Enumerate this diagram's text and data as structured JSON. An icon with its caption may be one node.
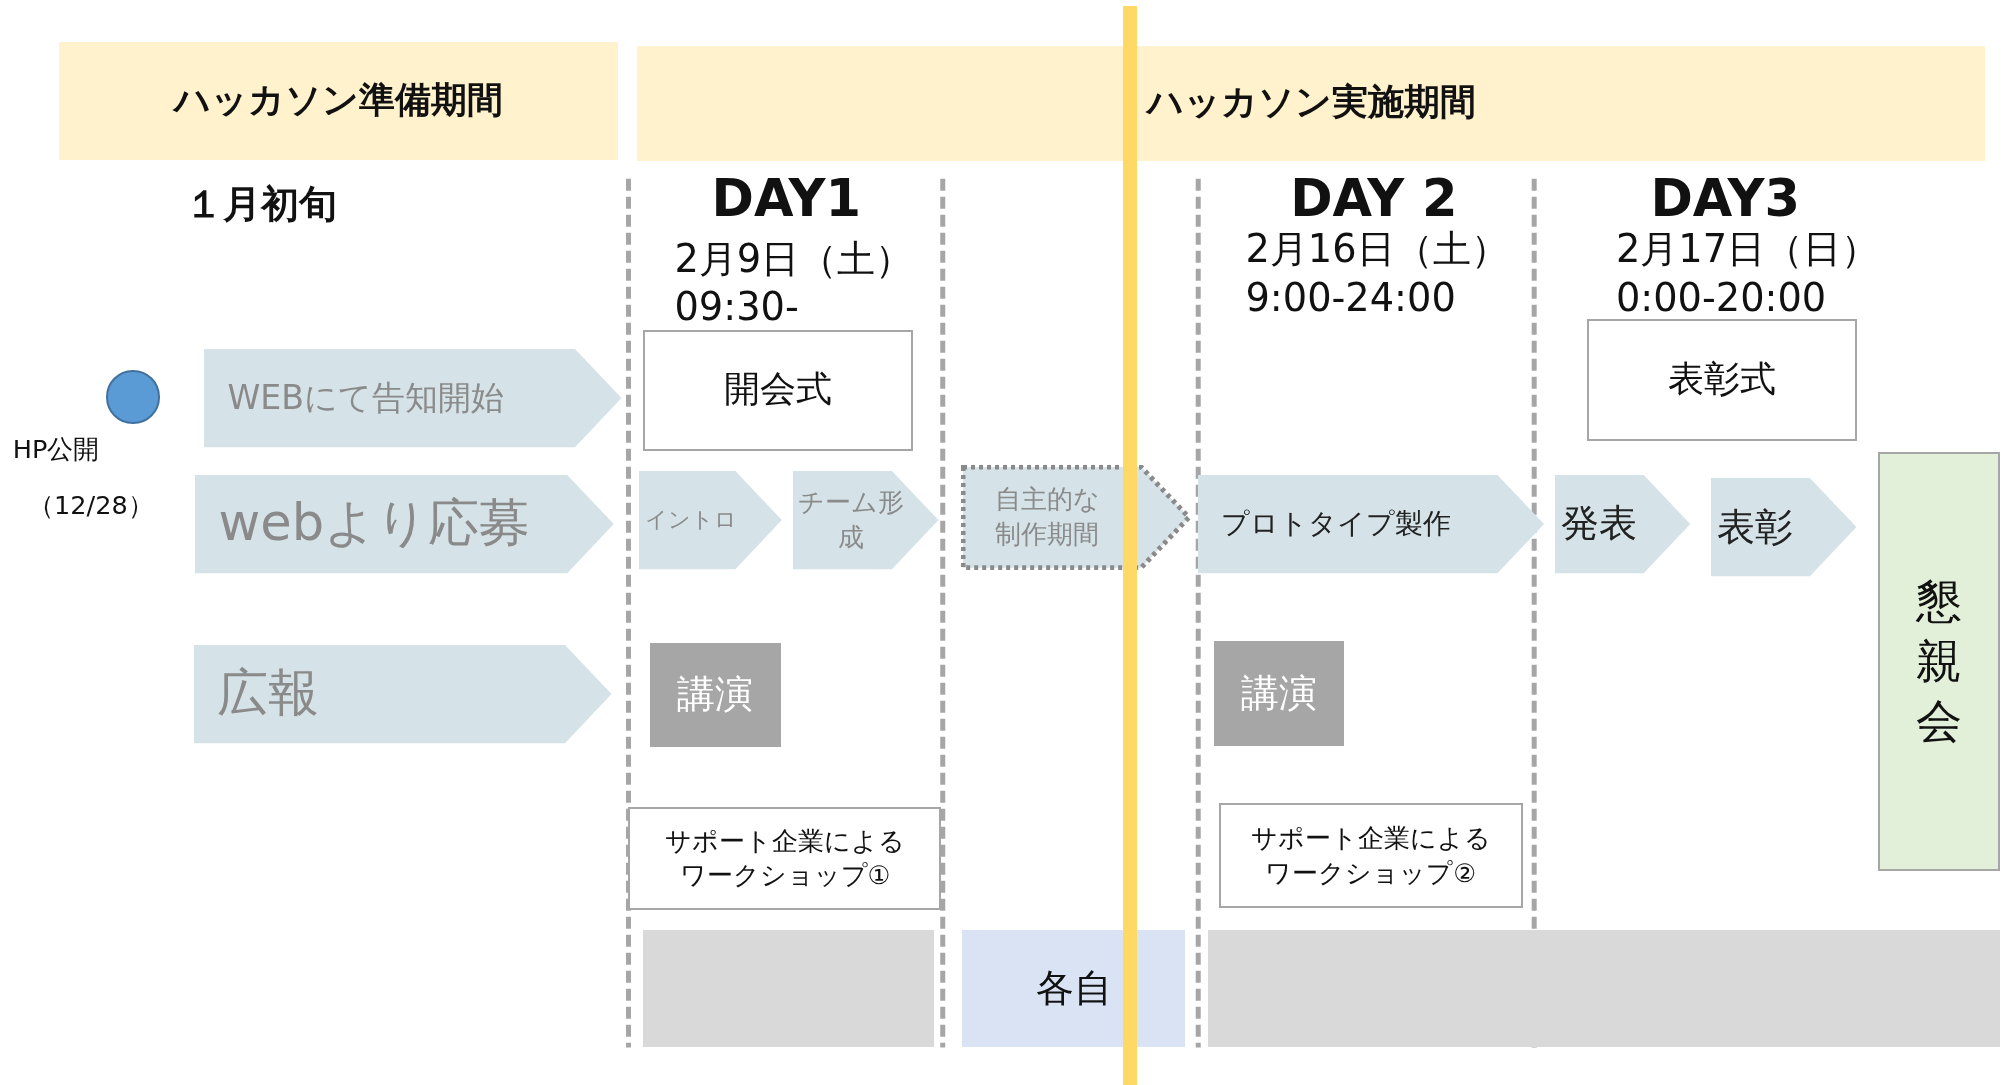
{
  "diagram": {
    "nodes": [
      {
        "text": [
          "ハッカソン準備期間"
        ]
      },
      {
        "text": [
          "ハッカソン実施期間"
        ]
      },
      {
        "text": [],
        "shape": "circle",
        "beside": [
          "HP公開",
          "（12/28）"
        ]
      },
      {
        "text": [
          "WEBにて告知開始"
        ]
      },
      {
        "text": [
          "webより応募"
        ]
      },
      {
        "text": [
          "広報"
        ]
      },
      {
        "text": [
          "開会式"
        ]
      },
      {
        "text": [
          "イントロ"
        ]
      },
      {
        "text": [
          "チーム形成"
        ]
      },
      {
        "text": [
          "自主的な制作期間"
        ]
      },
      {
        "text": [
          "プロトタイプ製作"
        ]
      },
      {
        "text": [
          "発表"
        ]
      },
      {
        "text": [
          "表彰"
        ]
      },
      {
        "text": [
          "表彰式"
        ]
      },
      {
        "text": [
          "講演"
        ]
      },
      {
        "text": [
          "講演"
        ]
      },
      {
        "text": [
          "サポート企業によるワークショップ①"
        ]
      },
      {
        "text": [
          "サポート企業によるワークショップ②"
        ]
      },
      {
        "text": [
          "懇親会"
        ]
      },
      {
        "text": [],
        "shape": "box"
      },
      {
        "text": [
          "各自"
        ]
      },
      {
        "text": [],
        "shape": "box"
      },
      {
        "text": [],
        "shape": "bar"
      }
    ],
    "labels": [
      "１月初旬",
      "DAY1",
      "2月9日（土）",
      "09:30-",
      "DAY 2",
      "2月16日（土）",
      "9:00-24:00",
      "DAY3",
      "2月17日（日）",
      "0:00-20:00"
    ]
  }
}
